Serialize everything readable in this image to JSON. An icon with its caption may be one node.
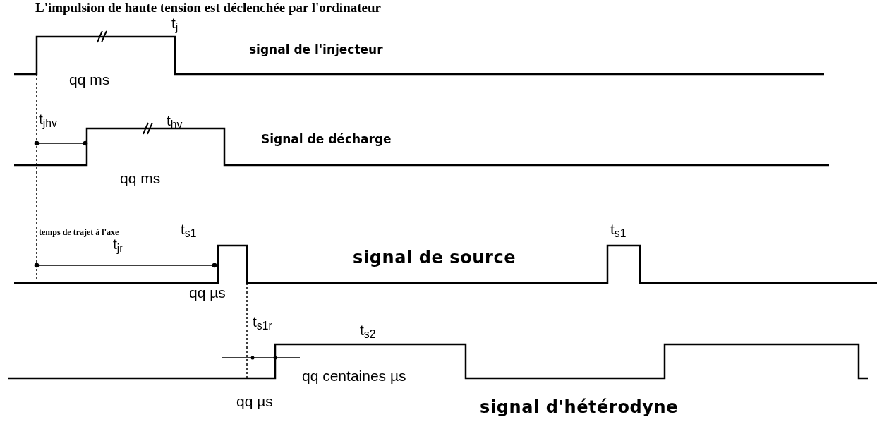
{
  "diagram": {
    "title": "L'impulsion de haute tension est déclenchée par l'ordinateur",
    "labels": [
      "t$_{j}$",
      "signal de l'injecteur",
      "qq ms",
      "t$_{jhv}$",
      "t$_{hv}$",
      "Signal de décharge",
      "qq ms",
      "temps de trajet à l'axe",
      "t$_{s1}$",
      "t$_{jr}$",
      "t$_{s1}$",
      "signal de source",
      "qq µs",
      "t$_{s1r}$",
      "t$_{s2}$",
      "qq centaines µs",
      "qq µs",
      "signal d'hétérodyne"
    ]
  }
}
